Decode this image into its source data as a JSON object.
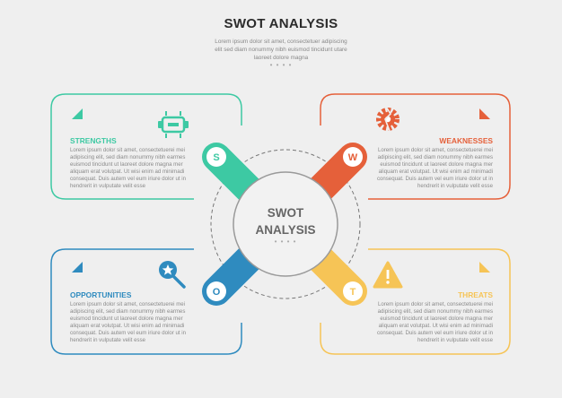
{
  "header": {
    "title": "SWOT ANALYSIS",
    "subtitle_lines": [
      "Lorem ipsum dolor sit amet, consectetuer adipiscing",
      "elit sed diam nonummy nibh euismod tincidunt utare",
      "laoreet dolore magna"
    ],
    "dots": "• • • •"
  },
  "center": {
    "title_line1": "SWOT",
    "title_line2": "ANALYSIS",
    "dots": "• • • •"
  },
  "colors": {
    "strengths": "#3dc9a3",
    "weaknesses": "#e5603a",
    "opportunities": "#2f8bbf",
    "threats": "#f6c456"
  },
  "quadrants": {
    "strengths": {
      "heading": "STRENGTHS",
      "letter": "S",
      "icon": "battery-icon",
      "body": "Lorem ipsum dolor sit amet, consectetuerei mei adipiscing elit, sed diam nonummy nibh earmes euismod tincidunt ut laoreet dolore magna mer aliquam erat volutpat. Ut wisi enim ad minimadi consequat. Duis autem vel eum iriure dolor ut in hendrerit in vulputate velit esse"
    },
    "weaknesses": {
      "heading": "WEAKNESSES",
      "letter": "W",
      "icon": "gear-broken-icon",
      "body": "Lorem ipsum dolor sit amet, consectetuerei mei adipiscing elit, sed diam nonummy nibh earmes euismod tincidunt ut laoreet dolore magna mer aliquam erat volutpat. Ut wisi enim ad minimadi consequat. Duis autem vel eum iriure dolor ut in hendrerit in vulputate velit esse"
    },
    "opportunities": {
      "heading": "OPPORTUNITIES",
      "letter": "O",
      "icon": "search-star-icon",
      "body": "Lorem ipsum dolor sit amet, consectetuerei mei adipiscing elit, sed diam nonummy nibh earmes euismod tincidunt ut laoreet dolore magna mer aliquam erat volutpat. Ut wisi enim ad minimadi consequat. Duis autem vel eum iriure dolor ut in hendrerit in vulputate velit esse"
    },
    "threats": {
      "heading": "THREATS",
      "letter": "T",
      "icon": "warning-icon",
      "body": "Lorem ipsum dolor sit amet, consectetuerei mei adipiscing elit, sed diam nonummy nibh earmes euismod tincidunt ut laoreet dolore magna mer aliquam erat volutpat. Ut wisi enim ad minimadi consequat. Duis autem vel eum iriure dolor ut in hendrerit in vulputate velit esse"
    }
  }
}
